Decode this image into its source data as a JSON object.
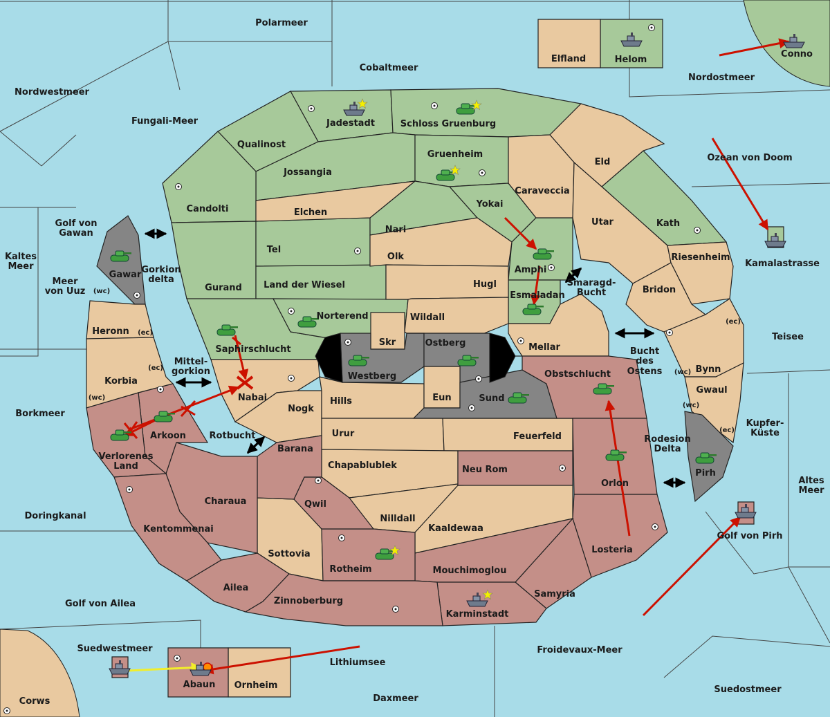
{
  "colors": {
    "sea": "#a8dce8",
    "green": "#a7c99a",
    "tan": "#e9c9a0",
    "rose": "#c48f88",
    "grey": "#858585",
    "black": "#000000",
    "order_red": "#cc1100",
    "order_yellow": "#f2ee2a"
  },
  "sea_labels": [
    {
      "name": "Polarmeer"
    },
    {
      "name": "Cobaltmeer"
    },
    {
      "name": "Nordwestmeer"
    },
    {
      "name": "Fungali-Meer"
    },
    {
      "name": "Nordostmeer"
    },
    {
      "name": "Ozean von Doom"
    },
    {
      "name": "Kamalastrasse"
    },
    {
      "name": "Golf von Gawan"
    },
    {
      "name": "Kaltes Meer"
    },
    {
      "name": "Meer von Uuz"
    },
    {
      "name": "Gorkion delta"
    },
    {
      "name": "Mittel- gorkion"
    },
    {
      "name": "Borkmeer"
    },
    {
      "name": "Rotbucht"
    },
    {
      "name": "Doringkanal"
    },
    {
      "name": "Golf von Ailea"
    },
    {
      "name": "Suedwestmeer"
    },
    {
      "name": "Corws"
    },
    {
      "name": "Lithiumsee"
    },
    {
      "name": "Daxmeer"
    },
    {
      "name": "Froidevaux-Meer"
    },
    {
      "name": "Suedostmeer"
    },
    {
      "name": "Golf von Pirh"
    },
    {
      "name": "Altes Meer"
    },
    {
      "name": "Kupfer- Küste"
    },
    {
      "name": "Teisee"
    },
    {
      "name": "Bucht des Ostens"
    },
    {
      "name": "Smaragd- Bucht"
    },
    {
      "name": "Rodesion Delta"
    },
    {
      "name": "Conno"
    }
  ],
  "provinces": [
    {
      "name": "Elfland"
    },
    {
      "name": "Helom"
    },
    {
      "name": "Jadestadt"
    },
    {
      "name": "Schloss Gruenburg"
    },
    {
      "name": "Qualinost"
    },
    {
      "name": "Jossangia"
    },
    {
      "name": "Gruenheim"
    },
    {
      "name": "Eld"
    },
    {
      "name": "Candolti"
    },
    {
      "name": "Elchen"
    },
    {
      "name": "Caraveccia"
    },
    {
      "name": "Yokai"
    },
    {
      "name": "Nari"
    },
    {
      "name": "Utar"
    },
    {
      "name": "Kath"
    },
    {
      "name": "Tel"
    },
    {
      "name": "Olk"
    },
    {
      "name": "Amphi"
    },
    {
      "name": "Riesenheim"
    },
    {
      "name": "Gurand"
    },
    {
      "name": "Land der Wiesel"
    },
    {
      "name": "Hugl"
    },
    {
      "name": "Esmaladan"
    },
    {
      "name": "Bridon"
    },
    {
      "name": "Gawar"
    },
    {
      "name": "Norterend"
    },
    {
      "name": "Wildall"
    },
    {
      "name": "Heronn"
    },
    {
      "name": "Saphirschlucht"
    },
    {
      "name": "Skr"
    },
    {
      "name": "Ostberg"
    },
    {
      "name": "Mellar"
    },
    {
      "name": "Westberg"
    },
    {
      "name": "Obstschlucht"
    },
    {
      "name": "Bynn"
    },
    {
      "name": "Korbia"
    },
    {
      "name": "Nabai"
    },
    {
      "name": "Hills"
    },
    {
      "name": "Eun"
    },
    {
      "name": "Sund"
    },
    {
      "name": "Gwaul"
    },
    {
      "name": "Nogk"
    },
    {
      "name": "Urur"
    },
    {
      "name": "Feuerfeld"
    },
    {
      "name": "Arkoon"
    },
    {
      "name": "Verlorenes Land"
    },
    {
      "name": "Barana"
    },
    {
      "name": "Chapablublek"
    },
    {
      "name": "Neu Rom"
    },
    {
      "name": "Orlon"
    },
    {
      "name": "Pirh"
    },
    {
      "name": "Charaua"
    },
    {
      "name": "Qwil"
    },
    {
      "name": "Nilldall"
    },
    {
      "name": "Kaaldewaa"
    },
    {
      "name": "Kentommenai"
    },
    {
      "name": "Sottovia"
    },
    {
      "name": "Rotheim"
    },
    {
      "name": "Losteria"
    },
    {
      "name": "Mouchimoglou"
    },
    {
      "name": "Ailea"
    },
    {
      "name": "Samyria"
    },
    {
      "name": "Zinnoberburg"
    },
    {
      "name": "Karminstadt"
    },
    {
      "name": "Abaun"
    },
    {
      "name": "Ornheim"
    }
  ],
  "coast_tags": {
    "wc": "(wc)",
    "ec": "(ec)"
  },
  "units": [
    {
      "type": "fleet",
      "province": "Helom"
    },
    {
      "type": "fleet",
      "province": "Conno"
    },
    {
      "type": "fleet",
      "province": "Jadestadt",
      "home_star": true
    },
    {
      "type": "army",
      "province": "Schloss Gruenburg",
      "home_star": true
    },
    {
      "type": "army",
      "province": "Gruenheim",
      "home_star": true
    },
    {
      "type": "fleet",
      "province": "Kamalastrasse"
    },
    {
      "type": "army",
      "province": "Amphi"
    },
    {
      "type": "army",
      "province": "Esmaladan"
    },
    {
      "type": "army",
      "province": "Gawar"
    },
    {
      "type": "army",
      "province": "Norterend"
    },
    {
      "type": "army",
      "province": "Saphirschlucht"
    },
    {
      "type": "army",
      "province": "Westberg"
    },
    {
      "type": "army",
      "province": "Ostberg"
    },
    {
      "type": "army",
      "province": "Sund"
    },
    {
      "type": "army",
      "province": "Obstschlucht"
    },
    {
      "type": "army",
      "province": "Arkoon"
    },
    {
      "type": "army",
      "province": "Verlorenes Land"
    },
    {
      "type": "army",
      "province": "Orlon"
    },
    {
      "type": "army",
      "province": "Pirh"
    },
    {
      "type": "fleet",
      "province": "Golf von Pirh"
    },
    {
      "type": "army",
      "province": "Rotheim",
      "home_star": true
    },
    {
      "type": "fleet",
      "province": "Karminstadt",
      "home_star": true
    },
    {
      "type": "fleet",
      "province": "Suedwestmeer"
    },
    {
      "type": "fleet",
      "province": "Abaun"
    }
  ]
}
